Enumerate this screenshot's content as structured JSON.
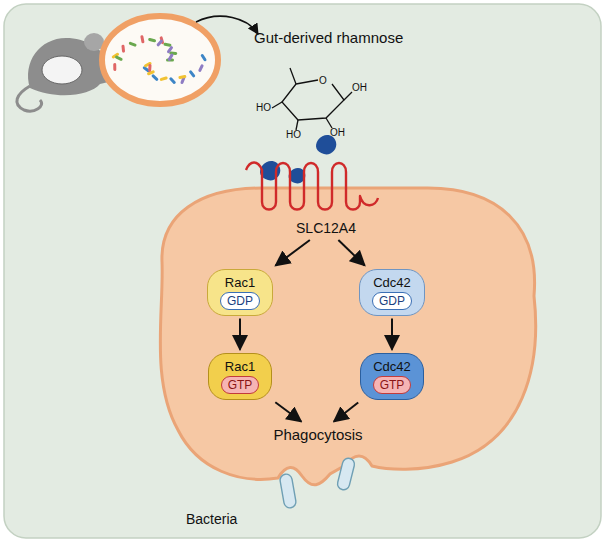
{
  "diagram": {
    "nodes": [
      {
        "text": [
          "SLC12A4"
        ]
      },
      {
        "text": [
          "Rac1",
          "GDP"
        ]
      },
      {
        "text": [
          "Cdc42",
          "GDP"
        ]
      },
      {
        "text": [
          "Rac1",
          "GTP"
        ]
      },
      {
        "text": [
          "Cdc42",
          "GTP"
        ]
      },
      {
        "text": [
          "Phagocytosis"
        ]
      }
    ],
    "edges": [
      {
        "from": 0,
        "to": 1,
        "arrow": "to"
      },
      {
        "from": 0,
        "to": 2,
        "arrow": "to"
      },
      {
        "from": 1,
        "to": 3,
        "arrow": "to"
      },
      {
        "from": 2,
        "to": 4,
        "arrow": "to"
      },
      {
        "from": 3,
        "to": 5,
        "arrow": "to"
      },
      {
        "from": 4,
        "to": 5,
        "arrow": "to"
      }
    ],
    "labels": [
      "Gut-derived rhamnose",
      "O",
      "OH",
      "OH",
      "HO",
      "HO",
      "Bacteria"
    ]
  }
}
